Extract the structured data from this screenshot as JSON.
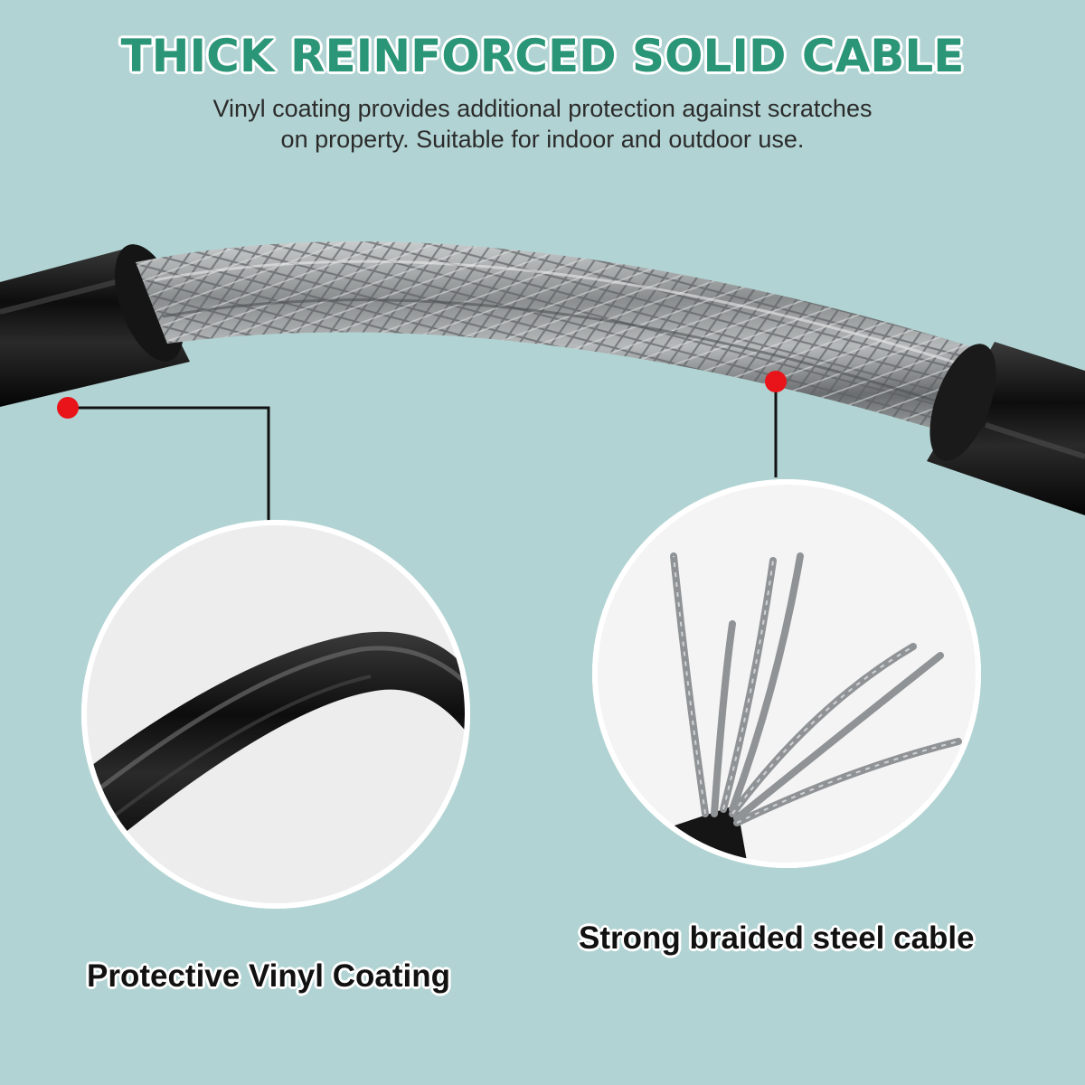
{
  "header": {
    "title": "THICK REINFORCED SOLID CABLE",
    "subtitle_line1": "Vinyl coating provides additional protection against scratches",
    "subtitle_line2": "on property. Suitable for indoor and outdoor use."
  },
  "callouts": {
    "left_label": "Protective Vinyl Coating",
    "right_label": "Strong braided steel cable"
  },
  "colors": {
    "background": "#b2d3d3",
    "title": "#2b9577",
    "marker": "#e8141a",
    "circle_border": "#ffffff"
  },
  "icons": [
    "marker-dot",
    "leader-line"
  ]
}
